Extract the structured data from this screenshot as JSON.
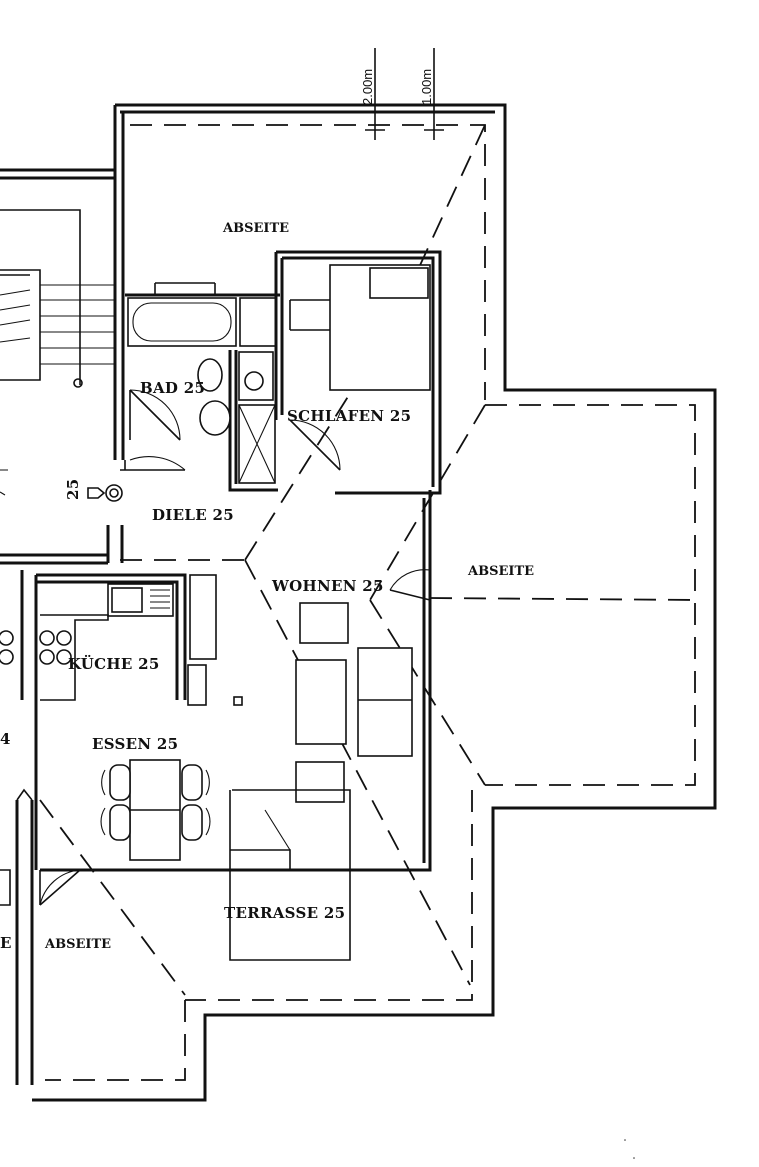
{
  "plan": {
    "dimensions": {
      "d1": "2.00m",
      "d2": "1.00m"
    },
    "rooms": {
      "abseite_top": "ABSEITE",
      "bad": "BAD 25",
      "schlafen": "SCHLAFEN 25",
      "diele": "DIELE 25",
      "wohnen": "WOHNEN 25",
      "abseite_right": "ABSEITE",
      "kueche": "KÜCHE 25",
      "essen": "ESSEN 25",
      "terrasse": "TERRASSE 25",
      "abseite_bottom": "ABSEITE"
    },
    "stair_label": "25",
    "edge_left_1": "4",
    "edge_left_2": "E"
  }
}
